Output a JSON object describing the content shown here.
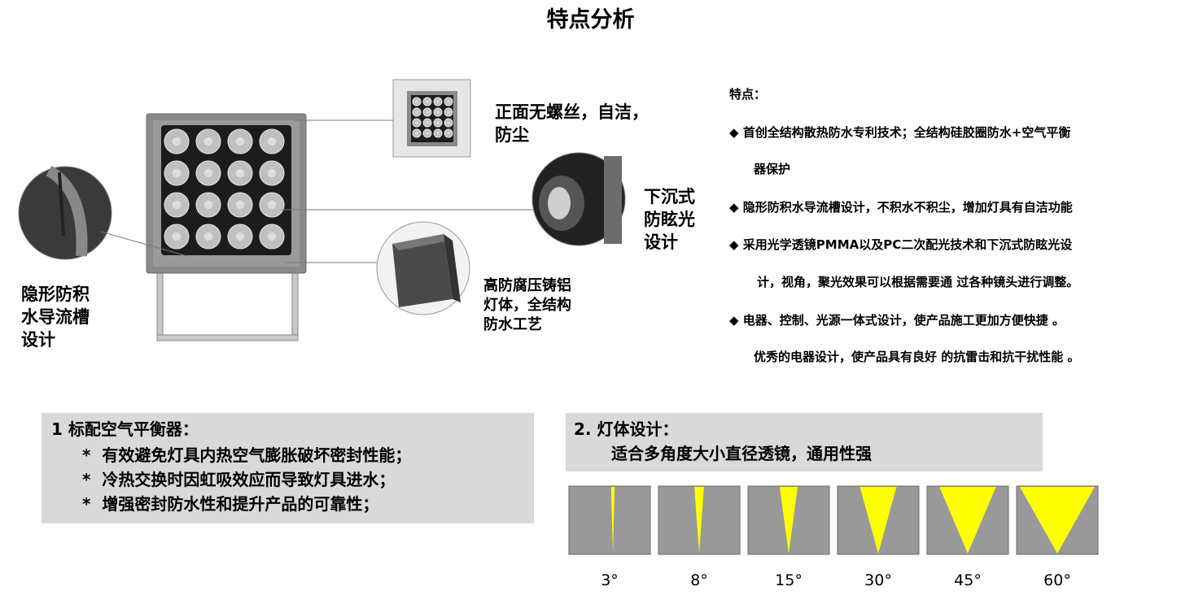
{
  "page_title": "特点分析",
  "callouts": {
    "front": [
      "正面无螺丝，自洁，",
      "防尘"
    ],
    "sunken": [
      "下沉式",
      "防眩光",
      "设计"
    ],
    "diecast": [
      "高防腐压铸铝",
      "灯体，全结构",
      "防水工艺"
    ],
    "hidden": [
      "隐形防积",
      "水导流槽",
      "设计"
    ]
  },
  "features": {
    "heading": "特点：",
    "bullet": "◆",
    "lines": [
      "首创全结构散热防水专利技术；全结构硅胶圈防水+空气平衡",
      "器保护",
      "隐形防积水导流槽设计，不积水不积尘，增加灯具有自洁功能",
      "采用光学透镜PMMA以及PC二次配光技术和下沉式防眩光设",
      "计，视角，聚光效果可以根据需要通 过各种镜头进行调整。",
      "电器、控制、光源一体式设计，使产品施工更加方便快捷 。",
      "优秀的电器设计，使产品具有良好 的抗雷击和抗干扰性能 。"
    ]
  },
  "box1": {
    "heading": "1 标配空气平衡器：",
    "star": "*",
    "items": [
      "有效避免灯具内热空气膨胀破坏密封性能；",
      "冷热交换时因虹吸效应而导致灯具进水；",
      "增强密封防水性和提升产品的可靠性；"
    ]
  },
  "box2": {
    "heading": "2. 灯体设计：",
    "subtitle": "适合多角度大小直径透镜，通用性强"
  },
  "beam_angles": {
    "labels": [
      "3°",
      "8°",
      "15°",
      "30°",
      "45°",
      "60°"
    ],
    "degrees": [
      3,
      8,
      15,
      30,
      45,
      60
    ]
  },
  "colors": {
    "beam": "#ffff00",
    "panel": "#999999",
    "box": "#d9d9d9"
  },
  "icons": {
    "bullet": "diamond-bullet-icon"
  }
}
